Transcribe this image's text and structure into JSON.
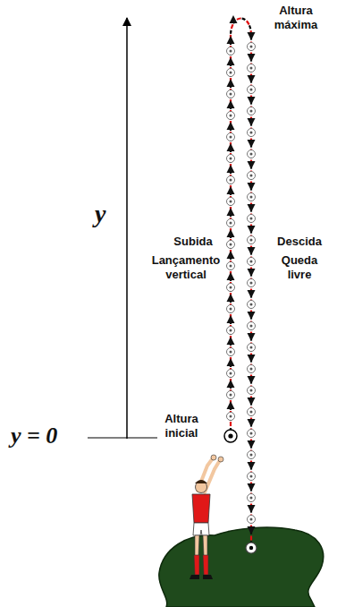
{
  "diagram": {
    "labels": [
      "Altura máxima",
      "y",
      "Subida",
      "Descida",
      "Lançamento vertical",
      "Queda livre",
      "Altura inicial",
      "y = 0"
    ]
  }
}
